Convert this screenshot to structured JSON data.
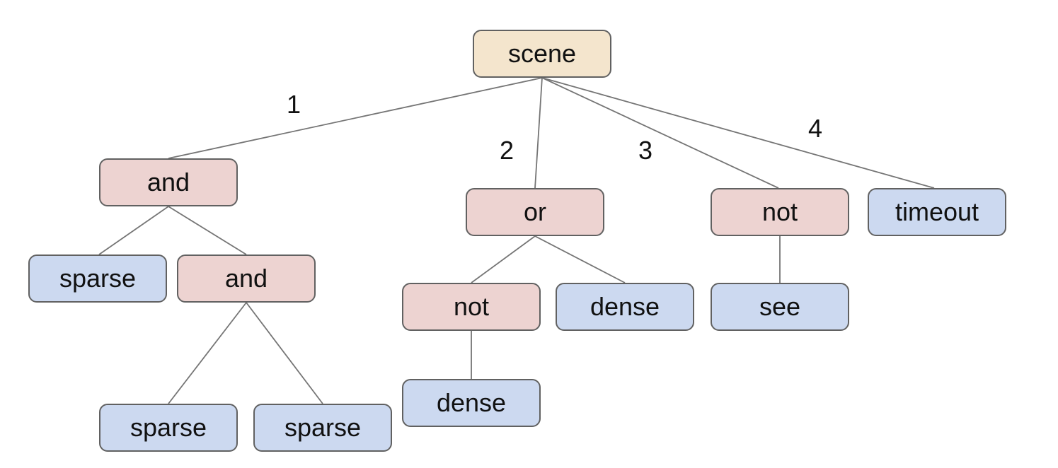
{
  "tree": {
    "description": "behavior-tree style scene diagram",
    "colors": {
      "background": "#ffffff",
      "root_fill": "#f4e5cd",
      "operator_fill": "#edd3d1",
      "leaf_fill": "#ccd9f0",
      "node_border": "#616161",
      "edge_line": "#757575",
      "text": "#111111"
    },
    "nodes": {
      "scene": {
        "label": "scene",
        "kind": "root"
      },
      "and_1": {
        "label": "and",
        "kind": "operator"
      },
      "or_1": {
        "label": "or",
        "kind": "operator"
      },
      "not_1": {
        "label": "not",
        "kind": "operator"
      },
      "timeout": {
        "label": "timeout",
        "kind": "leaf"
      },
      "sparse_1": {
        "label": "sparse",
        "kind": "leaf"
      },
      "and_2": {
        "label": "and",
        "kind": "operator"
      },
      "not_2": {
        "label": "not",
        "kind": "operator"
      },
      "dense_1": {
        "label": "dense",
        "kind": "leaf"
      },
      "see": {
        "label": "see",
        "kind": "leaf"
      },
      "dense_2": {
        "label": "dense",
        "kind": "leaf"
      },
      "sparse_2": {
        "label": "sparse",
        "kind": "leaf"
      },
      "sparse_3": {
        "label": "sparse",
        "kind": "leaf"
      }
    },
    "edge_labels": {
      "branch_1": "1",
      "branch_2": "2",
      "branch_3": "3",
      "branch_4": "4"
    },
    "edges": [
      {
        "from": "scene",
        "to": "and_1",
        "label": "1"
      },
      {
        "from": "scene",
        "to": "or_1",
        "label": "2"
      },
      {
        "from": "scene",
        "to": "not_1",
        "label": "3"
      },
      {
        "from": "scene",
        "to": "timeout",
        "label": "4"
      },
      {
        "from": "and_1",
        "to": "sparse_1"
      },
      {
        "from": "and_1",
        "to": "and_2"
      },
      {
        "from": "and_2",
        "to": "sparse_2"
      },
      {
        "from": "and_2",
        "to": "sparse_3"
      },
      {
        "from": "or_1",
        "to": "not_2"
      },
      {
        "from": "or_1",
        "to": "dense_1"
      },
      {
        "from": "not_2",
        "to": "dense_2"
      },
      {
        "from": "not_1",
        "to": "see"
      }
    ]
  }
}
